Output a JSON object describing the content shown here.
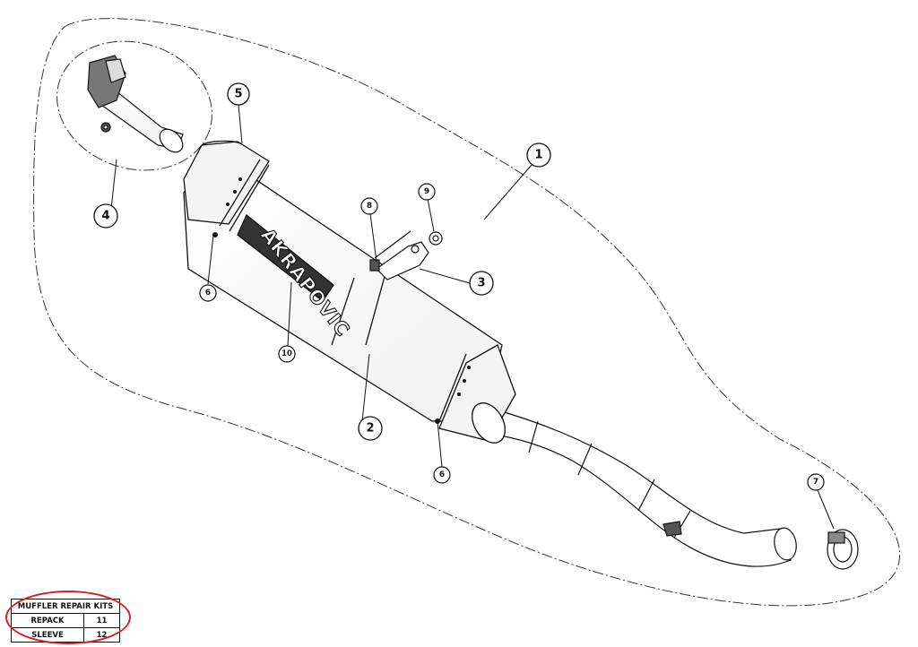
{
  "diagram": {
    "callouts": [
      {
        "id": "callout-1",
        "label": "1"
      },
      {
        "id": "callout-2",
        "label": "2"
      },
      {
        "id": "callout-3",
        "label": "3"
      },
      {
        "id": "callout-4",
        "label": "4"
      },
      {
        "id": "callout-5",
        "label": "5"
      },
      {
        "id": "callout-6a",
        "label": "6"
      },
      {
        "id": "callout-6b",
        "label": "6"
      },
      {
        "id": "callout-7",
        "label": "7"
      },
      {
        "id": "callout-8",
        "label": "8"
      },
      {
        "id": "callout-9",
        "label": "9"
      },
      {
        "id": "callout-10",
        "label": "10"
      }
    ],
    "brand_logo_text": "AKRAPOVIC"
  },
  "repair_kits": {
    "title": "MUFFLER REPAIR KITS",
    "rows": [
      {
        "name": "REPACK",
        "number": "11"
      },
      {
        "name": "SLEEVE",
        "number": "12"
      }
    ],
    "highlight_color": "#d81f26"
  }
}
